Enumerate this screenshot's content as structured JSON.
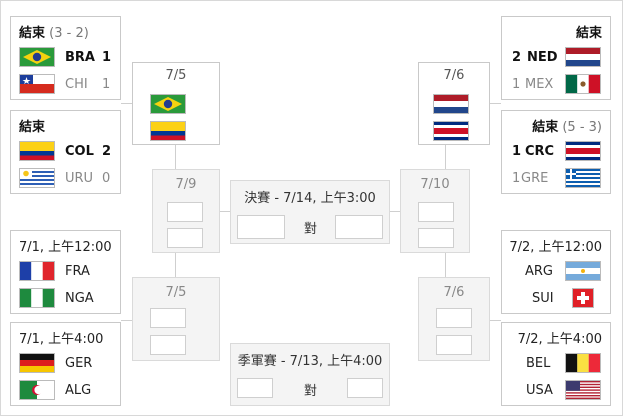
{
  "left": {
    "m1": {
      "status": "結束",
      "score": "(3 - 2)",
      "t1": {
        "code": "BRA",
        "goals": "1",
        "flag": "brazil"
      },
      "t2": {
        "code": "CHI",
        "goals": "1",
        "flag": "chile"
      }
    },
    "m2": {
      "status": "結束",
      "score": "",
      "t1": {
        "code": "COL",
        "goals": "2",
        "flag": "colombia"
      },
      "t2": {
        "code": "URU",
        "goals": "0",
        "flag": "uruguay"
      }
    },
    "m3": {
      "time": "7/1, 上午12:00",
      "t1": {
        "code": "FRA",
        "flag": "france"
      },
      "t2": {
        "code": "NGA",
        "flag": "nigeria"
      }
    },
    "m4": {
      "time": "7/1, 上午4:00",
      "t1": {
        "code": "GER",
        "flag": "germany"
      },
      "t2": {
        "code": "ALG",
        "flag": "algeria"
      }
    },
    "qf1": {
      "date": "7/5"
    },
    "sf": {
      "date": "7/9"
    },
    "qf2": {
      "date": "7/5"
    }
  },
  "right": {
    "m1": {
      "status": "結束",
      "score": "",
      "t1": {
        "code": "NED",
        "goals": "2",
        "flag": "netherlands"
      },
      "t2": {
        "code": "MEX",
        "goals": "1",
        "flag": "mexico"
      }
    },
    "m2": {
      "status": "結束",
      "score": "(5 - 3)",
      "t1": {
        "code": "CRC",
        "goals": "1",
        "flag": "costa-rica"
      },
      "t2": {
        "code": "GRE",
        "goals": "1",
        "flag": "greece"
      }
    },
    "m3": {
      "time": "7/2, 上午12:00",
      "t1": {
        "code": "ARG",
        "flag": "argentina"
      },
      "t2": {
        "code": "SUI",
        "flag": "switzerland"
      }
    },
    "m4": {
      "time": "7/2, 上午4:00",
      "t1": {
        "code": "BEL",
        "flag": "belgium"
      },
      "t2": {
        "code": "USA",
        "flag": "usa"
      }
    },
    "qf1": {
      "date": "7/6"
    },
    "sf": {
      "date": "7/10"
    },
    "qf2": {
      "date": "7/6"
    }
  },
  "final": {
    "title": "決賽 - 7/14, 上午3:00",
    "vs": "對"
  },
  "third": {
    "title": "季軍賽 - 7/13, 上午4:00",
    "vs": "對"
  }
}
